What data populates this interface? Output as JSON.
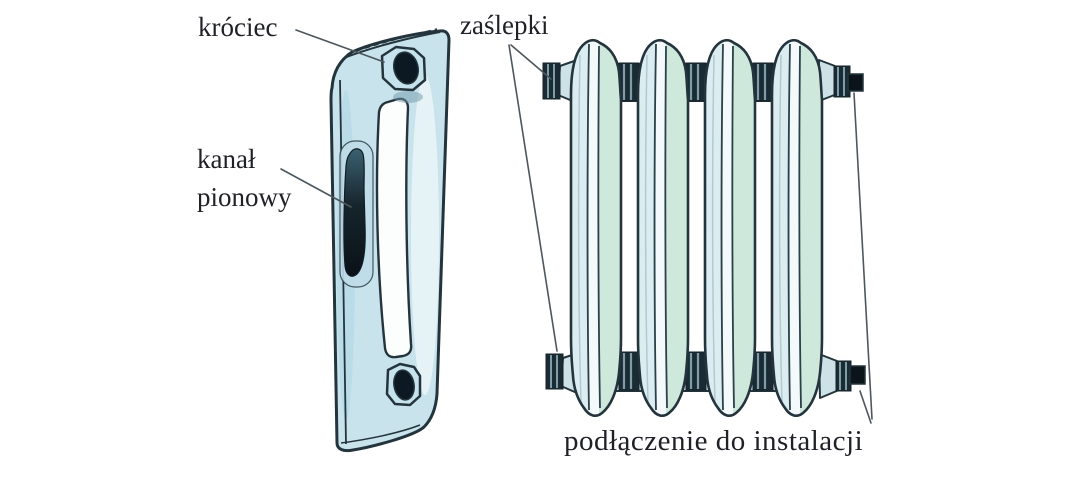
{
  "figure": {
    "type": "radiator-parts-diagram",
    "labels": {
      "krociec": "króciec",
      "zaslepki": "zaślepki",
      "kanal_pionowy": "kanał pionowy",
      "podlaczenie": "podłączenie do instalacji"
    },
    "colors": {
      "background": "#ffffff",
      "outline": "#24343c",
      "plate_fill": "#c9e3ed",
      "plate_highlight": "#e9f4f6",
      "fin_white": "#f4fafb",
      "teal_band": "#cfe8dc",
      "left_strip": "#dcedf2",
      "hub_light": "#cde2e7",
      "dark_fitting": "#1b2b33",
      "fitting_stripe": "#7e9da8",
      "channel_top": "#3b6172",
      "channel_bottom": "#0a1218",
      "hole_dark": "#0d1922",
      "leader_line": "#4d575d",
      "label_text": "#1f2126"
    }
  }
}
